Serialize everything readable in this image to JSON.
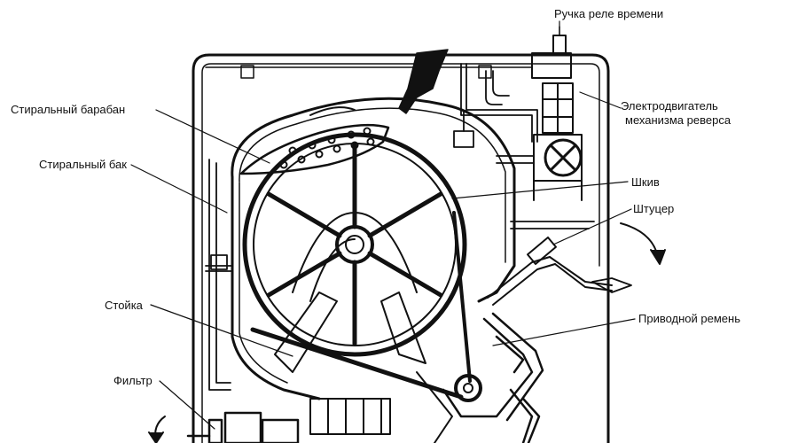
{
  "labels": {
    "timer_knob": "Ручка реле времени",
    "motor": "Электродвигатель",
    "motor_line2": "механизма реверса",
    "drum": "Стиральный барабан",
    "tank": "Стиральный бак",
    "pulley": "Шкив",
    "fitting": "Штуцер",
    "strut": "Стойка",
    "belt": "Приводной ремень",
    "filter": "Фильтр"
  },
  "colors": {
    "ink": "#111111",
    "paper": "#ffffff"
  }
}
